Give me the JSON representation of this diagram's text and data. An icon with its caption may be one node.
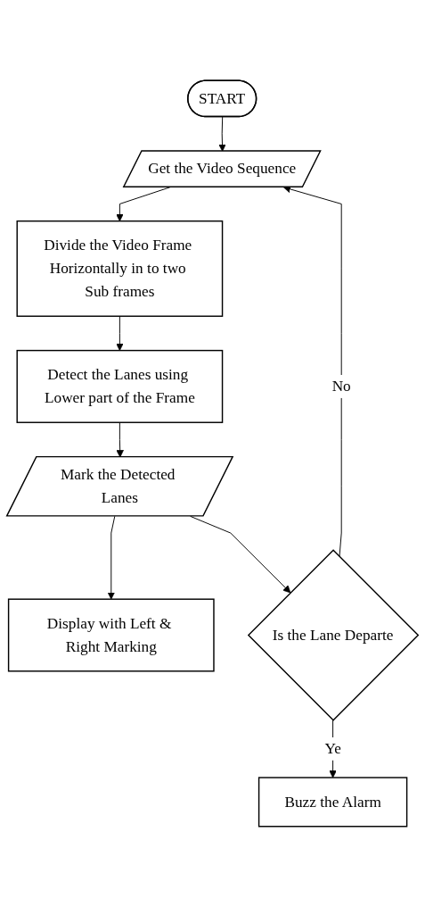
{
  "diagram": {
    "nodes": [
      {
        "text": [
          "START"
        ]
      },
      {
        "text": [
          "Get the Video Sequence"
        ]
      },
      {
        "text": [
          "Divide the Video Frame Horizontally in to two Sub frames"
        ]
      },
      {
        "text": [
          "Detect the Lanes using Lower part of the Frame"
        ]
      },
      {
        "text": [
          "Mark the Detected Lanes"
        ]
      },
      {
        "text": [
          "Display with Left & Right Marking"
        ]
      },
      {
        "text": [
          "Is the Lane Departe"
        ]
      },
      {
        "text": [
          "Buzz the Alarm"
        ]
      }
    ],
    "edges": [
      {
        "from": 0,
        "to": 1,
        "arrow": "to"
      },
      {
        "from": 1,
        "to": 2,
        "arrow": "to"
      },
      {
        "from": 2,
        "to": 3,
        "arrow": "to"
      },
      {
        "from": 3,
        "to": 4,
        "arrow": "to"
      },
      {
        "from": 4,
        "to": 5,
        "arrow": "to"
      },
      {
        "from": 4,
        "to": 6,
        "arrow": "to"
      },
      {
        "from": 6,
        "to": 1,
        "label": "No",
        "arrow": "to"
      },
      {
        "from": 6,
        "to": 7,
        "label": "Ye",
        "arrow": "to"
      }
    ]
  }
}
